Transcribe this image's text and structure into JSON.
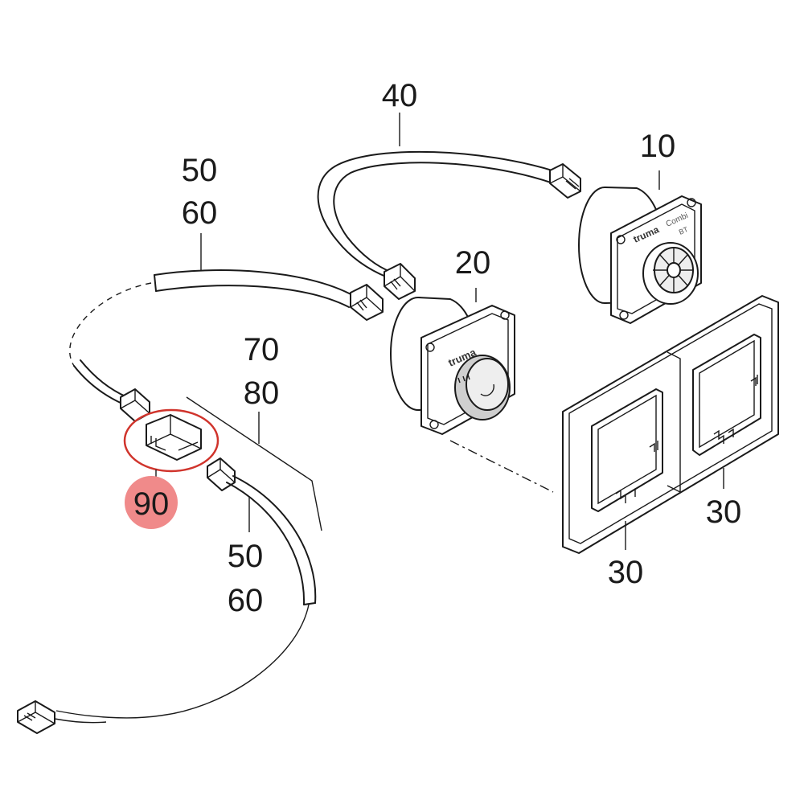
{
  "labels": {
    "p10": "10",
    "p20": "20",
    "p30_right": "30",
    "p30_bottom": "30",
    "p40": "40",
    "p50_top": "50",
    "p60_top": "60",
    "p70": "70",
    "p80": "80",
    "p50_bottom": "50",
    "p60_bottom": "60",
    "p90": "90"
  },
  "device_text": {
    "brand_20": "truma",
    "brand_10": "truma",
    "model_10": "Combi",
    "suffix_10": "BT"
  },
  "highlight": {
    "circle_color": "#d0342c",
    "badge_color": "#f08a8a"
  }
}
